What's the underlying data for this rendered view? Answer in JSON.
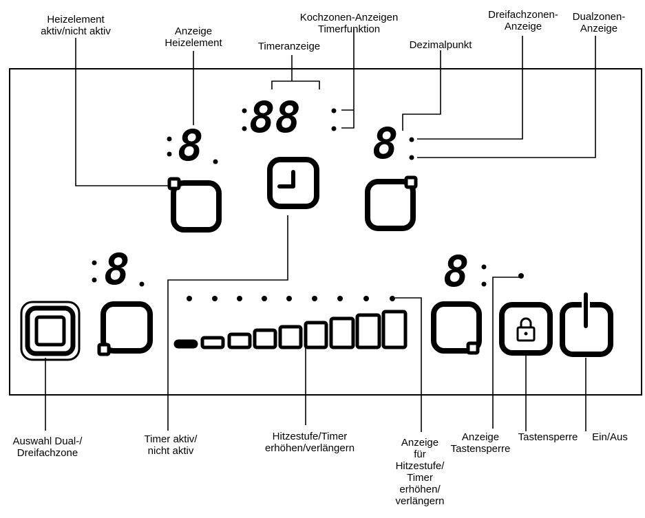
{
  "labels": {
    "heizelement_aktiv": "Heizelement\naktiv/nicht aktiv",
    "anzeige_heizelement": "Anzeige\nHeizelement",
    "kochzonen_timer": "Kochzonen-Anzeigen\nTimerfunktion",
    "timeranzeige": "Timeranzeige",
    "dezimalpunkt": "Dezimalpunkt",
    "dreifachzonen": "Dreifachzonen-\nAnzeige",
    "dualzonen": "Dualzonen-\nAnzeige",
    "auswahl_dual": "Auswahl Dual-/\nDreifachzone",
    "timer_aktiv": "Timer aktiv/\nnicht aktiv",
    "hitzestufe": "Hitzestufe/Timer\nerhöhen/verlängern",
    "anzeige_hitzestufe": "Anzeige\nfür\nHitzestufe/\nTimer\nerhöhen/\nverlängern",
    "anzeige_tastensperre": "Anzeige\nTastensperre",
    "tastensperre": "Tastensperre",
    "ein_aus": "Ein/Aus"
  },
  "display": {
    "digit": "8",
    "timer_digits": "88"
  },
  "icons": {
    "clock": "clock-icon",
    "lock": "lock-icon",
    "power": "power-icon",
    "dual_zone": "dual-zone-icon",
    "cooking_zone": "cooking-zone-icon"
  },
  "colors": {
    "ink": "#000000",
    "background": "#ffffff"
  }
}
